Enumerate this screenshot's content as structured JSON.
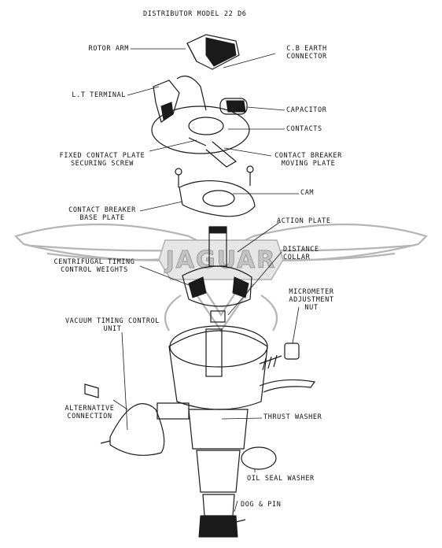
{
  "title": "DISTRIBUTOR MODEL 22 D6",
  "logo_text": "JAGUAR",
  "labels": {
    "rotor_arm": "ROTOR ARM",
    "cb_earth_1": "C.B EARTH",
    "cb_earth_2": "CONNECTOR",
    "lt_terminal": "L.T TERMINAL",
    "capacitor": "CAPACITOR",
    "contacts": "CONTACTS",
    "fixed_plate_1": "FIXED CONTACT PLATE",
    "fixed_plate_2": "SECURING SCREW",
    "cb_moving_1": "CONTACT BREAKER",
    "cb_moving_2": "MOVING PLATE",
    "cam": "CAM",
    "cb_base_1": "CONTACT BREAKER",
    "cb_base_2": "BASE PLATE",
    "action_plate": "ACTION PLATE",
    "distance_1": "DISTANCE",
    "distance_2": "COLLAR",
    "centrifugal_1": "CENTRIFUGAL TIMING",
    "centrifugal_2": "CONTROL WEIGHTS",
    "micrometer_1": "MICROMETER",
    "micrometer_2": "ADJUSTMENT",
    "micrometer_3": "NUT",
    "vacuum_1": "VACUUM TIMING CONTROL",
    "vacuum_2": "UNIT",
    "alternative_1": "ALTERNATIVE",
    "alternative_2": "CONNECTION",
    "thrust_washer": "THRUST WASHER",
    "oil_seal": "OIL SEAL WASHER",
    "dog_pin": "DOG & PIN"
  }
}
